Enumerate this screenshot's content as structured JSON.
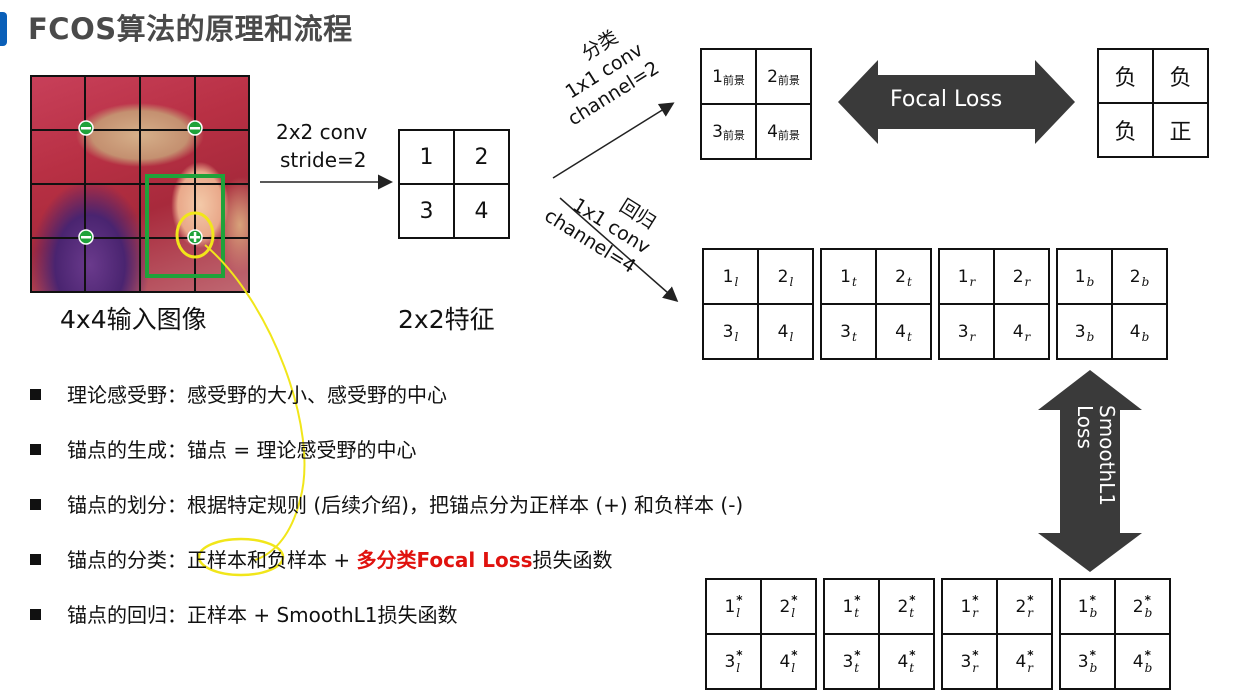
{
  "title": "FCOS算法的原理和流程",
  "input_label": "4x4输入图像",
  "feature_label": "2x2特征",
  "conv_label_1": "2x2 conv",
  "conv_label_2": "stride=2",
  "feature_cells": [
    "1",
    "2",
    "3",
    "4"
  ],
  "cls_branch": {
    "title": "分类",
    "line1": "1x1 conv",
    "line2": "channel=2"
  },
  "reg_branch": {
    "title": "回归",
    "line1": "1x1 conv",
    "line2": "channel=4"
  },
  "cls_cells": [
    {
      "num": "1",
      "sub": "前景"
    },
    {
      "num": "2",
      "sub": "前景"
    },
    {
      "num": "3",
      "sub": "前景"
    },
    {
      "num": "4",
      "sub": "前景"
    }
  ],
  "focal_loss": "Focal Loss",
  "target_cells": [
    "负",
    "负",
    "负",
    "正"
  ],
  "smooth_loss_line1": "SmoothL1",
  "smooth_loss_line2": "Loss",
  "reg_sets": [
    {
      "sub": "l",
      "cells": [
        "1",
        "2",
        "3",
        "4"
      ]
    },
    {
      "sub": "t",
      "cells": [
        "1",
        "2",
        "3",
        "4"
      ]
    },
    {
      "sub": "r",
      "cells": [
        "1",
        "2",
        "3",
        "4"
      ]
    },
    {
      "sub": "b",
      "cells": [
        "1",
        "2",
        "3",
        "4"
      ]
    }
  ],
  "target_star": "*",
  "markers": {
    "neg": "−",
    "pos": "+"
  },
  "bullets": [
    {
      "text": "理论感受野：感受野的大小、感受野的中心"
    },
    {
      "text": "锚点的生成：锚点 = 理论感受野的中心"
    },
    {
      "text": "锚点的划分：根据特定规则 (后续介绍)，把锚点分为正样本 (+) 和负样本 (-)"
    },
    {
      "text_a": "锚点的分类：正样本和负样本 + ",
      "text_red": "多分类Focal Loss",
      "text_b": "损失函数"
    },
    {
      "text": "锚点的回归：正样本 + SmoothL1损失函数"
    }
  ],
  "colors": {
    "accent": "#0a5fb8",
    "green": "#1fa23a",
    "yellow": "#f1e61a",
    "red": "#e0120e",
    "dark_arrow": "#3a3a3a"
  }
}
